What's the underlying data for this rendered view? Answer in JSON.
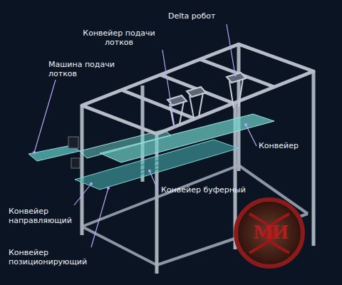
{
  "diagram": {
    "labels": [
      "Delta робот",
      "Конвейер подачи лотков",
      "Машина подачи лотков",
      "Конвейер",
      "Конвейер буферный",
      "Конвейер направляющий",
      "Конвейер позиционирующий",
      "М",
      "И"
    ]
  }
}
